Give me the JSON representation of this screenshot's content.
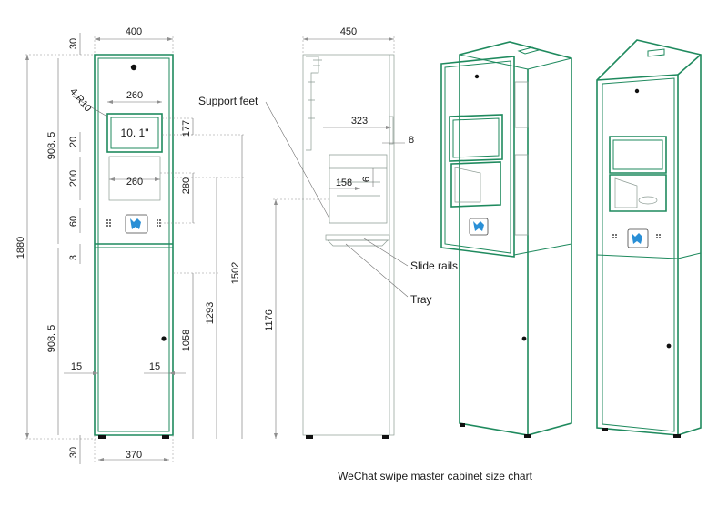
{
  "caption": "WeChat swipe master cabinet size chart",
  "front_view": {
    "top_width": "400",
    "bottom_width": "370",
    "top_gap": "30",
    "radius": "4-R10",
    "screen_width": "260",
    "screen_label": "10. 1\"",
    "screen_height": "177",
    "upper_section": "908. 5",
    "gap_20": "20",
    "cavity_height": "200",
    "cavity_width": "260",
    "cavity_height_right": "280",
    "gap_60": "60",
    "gap_3": "3",
    "lower_section": "908. 5",
    "overall_height": "1880",
    "inset_left": "15",
    "inset_right": "15",
    "height_1058": "1058",
    "height_1293": "1293",
    "height_1502": "1502",
    "bottom_gap": "30"
  },
  "side_view": {
    "depth": "450",
    "tray_depth": "323",
    "offset_8": "8",
    "offset_6": "6",
    "tray_inner": "158",
    "tray_height": "1176"
  },
  "callouts": {
    "support_feet": "Support feet",
    "slide_rails": "Slide rails",
    "tray": "Tray"
  },
  "colors": {
    "outline": "#1f8a5e",
    "dimension_line": "#6f6f6f",
    "qr_badge": "#2a8fd6"
  }
}
